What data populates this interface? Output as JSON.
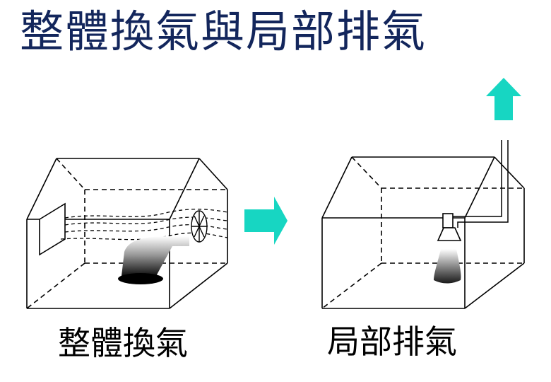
{
  "title": "整體換氣與局部排氣",
  "panels": [
    {
      "caption": "整體換氣"
    },
    {
      "caption": "局部排氣"
    }
  ],
  "colors": {
    "title": "#13265c",
    "arrow": "#17d6c2",
    "line": "#000000"
  },
  "icons": [
    "right-arrow-icon",
    "up-arrow-icon",
    "fan-icon",
    "exhaust-hood-icon"
  ]
}
